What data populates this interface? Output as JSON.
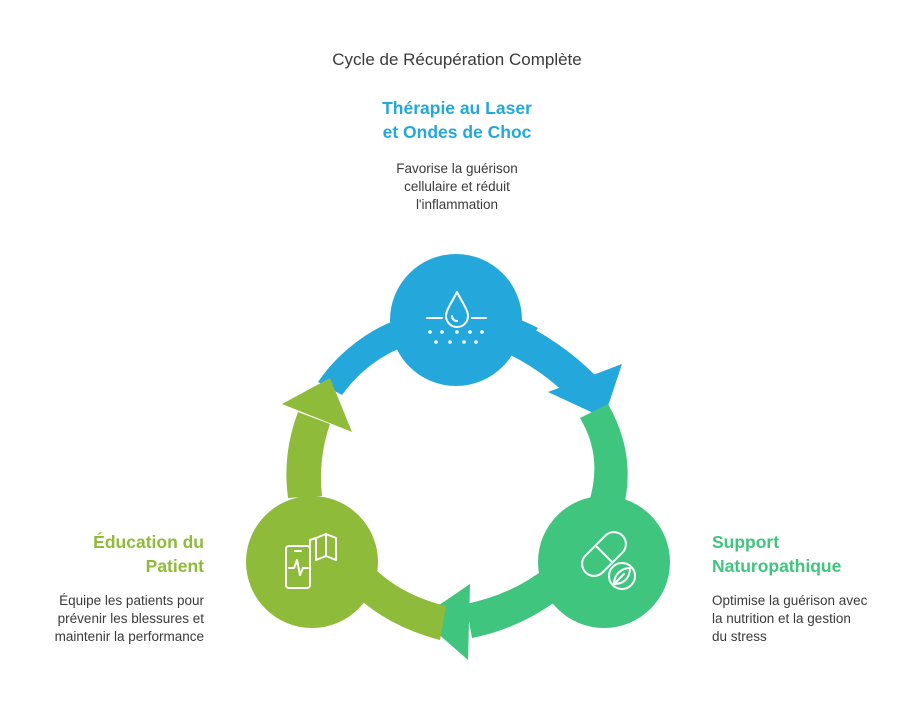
{
  "title": "Cycle de Récupération Complète",
  "colors": {
    "blue": "#24a8dc",
    "green": "#3fc57e",
    "olive": "#8fbb3a"
  },
  "nodes": [
    {
      "heading": "Thérapie au Laser\net Ondes de Choc",
      "description": "Favorise la guérison\ncellulaire et réduit\nl'inflammation",
      "icon": "skin-drop-icon"
    },
    {
      "heading": "Support\nNaturopathique",
      "description": "Optimise la guérison avec\nla nutrition et la gestion\ndu stress",
      "icon": "pill-leaf-icon"
    },
    {
      "heading": "Éducation du\nPatient",
      "description": "Équipe les patients pour\nprévenir les blessures et\nmaintenir la performance",
      "icon": "phone-book-icon"
    }
  ]
}
